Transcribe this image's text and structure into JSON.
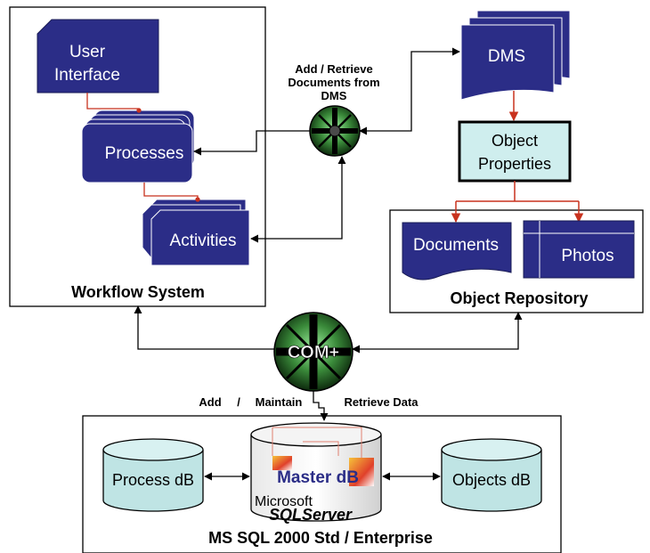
{
  "colors": {
    "shape_fill": "#2b2d87",
    "shape_edge": "#1a1c55",
    "connector": "#000000",
    "red_connector": "#c8321e",
    "object_properties_fill": "#cfeeee",
    "db_fill": "#bfe4e4",
    "master_db_text": "#2b2d87"
  },
  "workflow": {
    "title": "Workflow System",
    "user_interface": [
      "User",
      "Interface"
    ],
    "processes": "Processes",
    "activities": "Activities"
  },
  "dms_link": {
    "label": [
      "Add / Retrieve",
      "Documents from",
      "DMS"
    ]
  },
  "dms": {
    "label": "DMS",
    "object_properties": [
      "Object",
      "Properties"
    ]
  },
  "repository": {
    "title": "Object Repository",
    "documents": "Documents",
    "photos": "Photos"
  },
  "com": {
    "label": "COM+",
    "left_text": "Add",
    "slash": "/",
    "maintain": "Maintain",
    "retrieve": "Retrieve Data"
  },
  "sql": {
    "title": "MS SQL 2000 Std / Enterprise",
    "process_db": "Process dB",
    "objects_db": "Objects dB",
    "master_db": "Master dB",
    "microsoft": "Microsoft",
    "sqlserver": "SQLServer"
  }
}
